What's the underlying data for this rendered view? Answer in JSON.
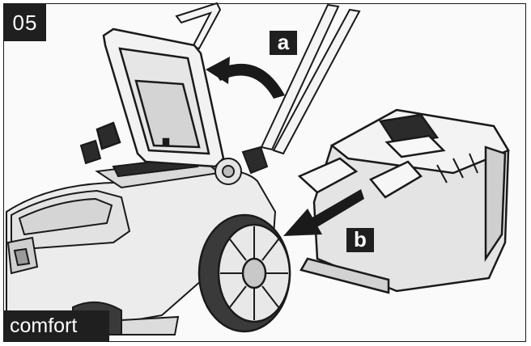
{
  "figure": {
    "step_number": "05",
    "label_a": "a",
    "label_b": "b",
    "model_label": "comfort"
  },
  "colors": {
    "badge_background": "#1f1f1f",
    "badge_text": "#ffffff",
    "line_art": "#1a1a1a",
    "shading": "#d9d9d9"
  }
}
